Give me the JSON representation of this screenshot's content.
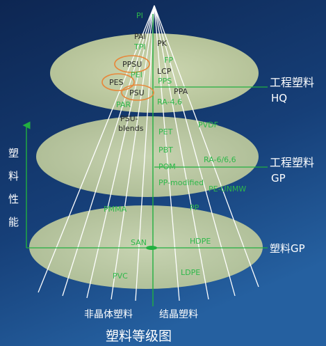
{
  "title": "塑料等级图",
  "axis_label_chars": [
    "塑",
    "料",
    "性",
    "能"
  ],
  "tiers": {
    "hq_line1": "工程塑料",
    "hq_line2": "HQ",
    "gp_line1": "工程塑料",
    "gp_line2": "GP",
    "base": "塑料GP"
  },
  "bottom_labels": {
    "amorphous": "非晶体塑料",
    "crystalline": "结晶塑料"
  },
  "materials": {
    "pi": "PI",
    "pai": "PAI",
    "tpi": "TPI",
    "pk": "PK",
    "ppsu": "PPSU",
    "pei": "PEI",
    "pes": "PES",
    "psu": "PSU",
    "par": "PAR",
    "fp": "FP",
    "lcp": "LCP",
    "pps": "PPS",
    "ppa": "PPA",
    "ra46": "RA-4,6",
    "psu_blends_1": "PSU-",
    "psu_blends_2": "blends",
    "pet": "PET",
    "pvdf": "PVDF",
    "pbt": "PBT",
    "pom": "POM",
    "ra66": "RA-6/6,6",
    "pp_modified": "PP-modified",
    "pe_unmw": "PE-UNMW",
    "pmma": "PMMA",
    "pp": "PP",
    "san": "SAN",
    "hdpe": "HDPE",
    "pvc": "PVC",
    "ldpe": "LDPE"
  },
  "colors": {
    "background_top": "#0e2a55",
    "background_bottom": "#1d4f8a",
    "disc_fill": "#c9d4a6",
    "label_green": "#2eb84a",
    "axis_green": "#22b040",
    "highlight_orange": "#e8873a"
  }
}
